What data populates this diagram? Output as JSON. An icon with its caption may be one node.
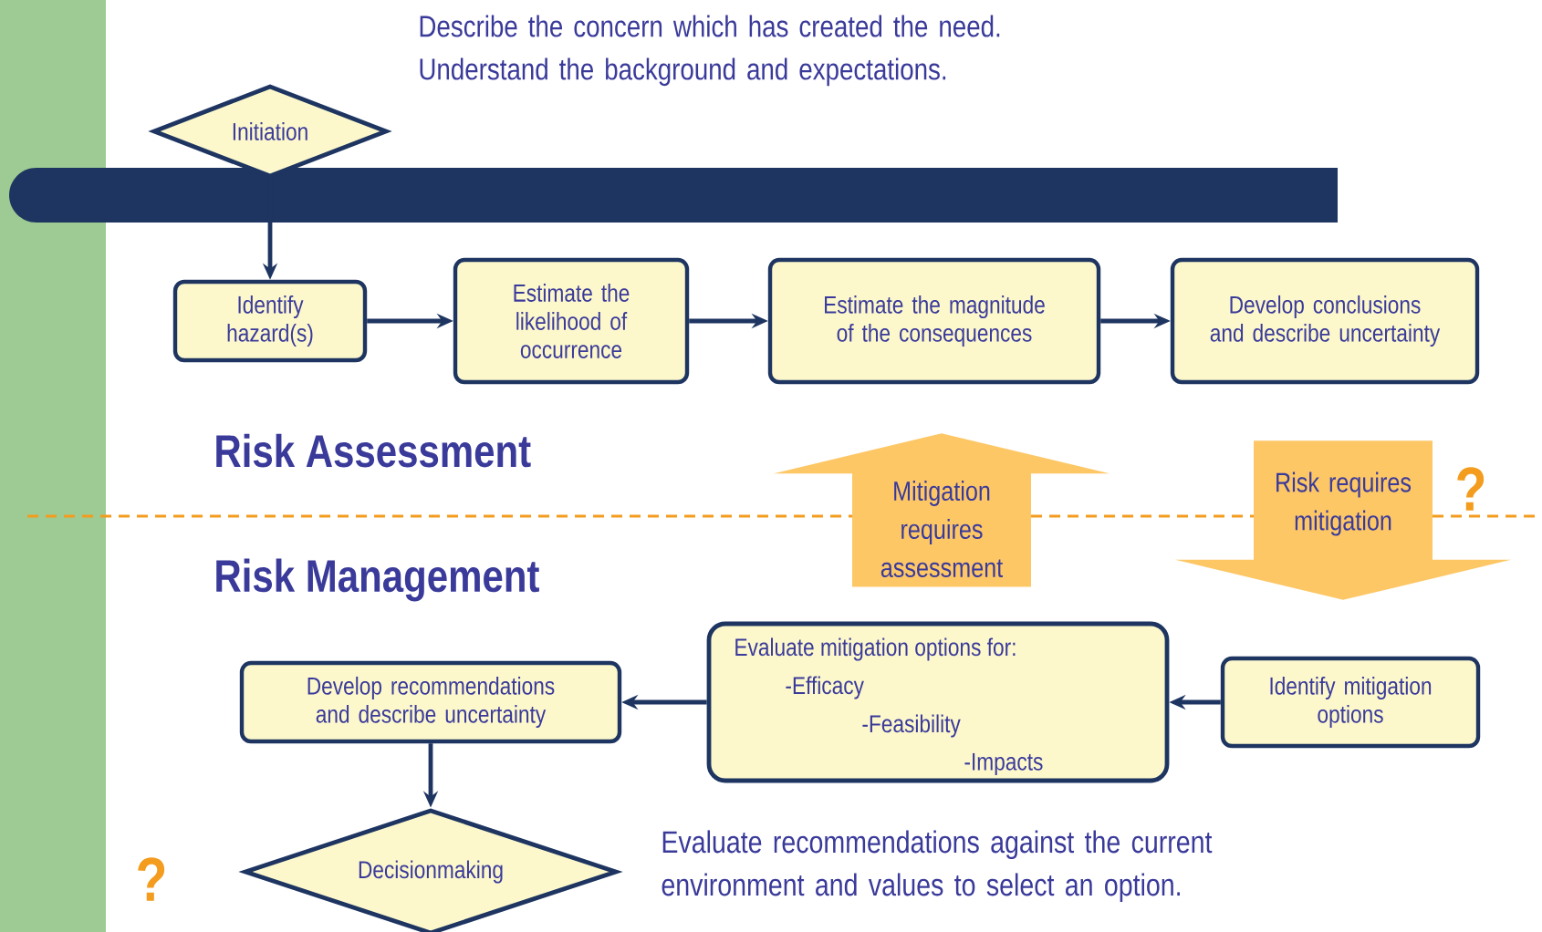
{
  "diagram": {
    "nodes": [
      {
        "text": [
          "Initiation"
        ],
        "beside": [
          "Describe the concern which has created the need.  Understand the background and expectations."
        ]
      },
      {
        "text": [
          "Identify hazard(s)"
        ]
      },
      {
        "text": [
          "Estimate the likelihood of occurrence"
        ]
      },
      {
        "text": [
          "Estimate the magnitude of the consequences"
        ]
      },
      {
        "text": [
          "Develop conclusions and describe uncertainty"
        ]
      },
      {
        "text": [
          "Evaluate mitigation options for:",
          "-Efficacy",
          "-Feasibility",
          "-Impacts"
        ]
      },
      {
        "text": [
          "Identify mitigation options"
        ]
      },
      {
        "text": [
          "Develop recommendations and describe uncertainty"
        ]
      },
      {
        "text": [
          "Decisionmaking"
        ],
        "beside": [
          "Evaluate recommendations against the current environment and values to select an option."
        ]
      }
    ],
    "edges": [
      {
        "from": 0,
        "to": 1,
        "arrow": "to"
      },
      {
        "from": 1,
        "to": 2,
        "arrow": "to"
      },
      {
        "from": 2,
        "to": 3,
        "arrow": "to"
      },
      {
        "from": 3,
        "to": 4,
        "arrow": "to"
      },
      {
        "from": 5,
        "to": 3,
        "arrow": "to",
        "label": "Mitigation requires assessment",
        "style": "thick",
        "color": "#fdc766"
      },
      {
        "from": 4,
        "to": 6,
        "arrow": "to",
        "label": "Risk requires mitigation",
        "style": "thick",
        "color": "#fdc766"
      },
      {
        "from": 6,
        "to": 5,
        "arrow": "to"
      },
      {
        "from": 5,
        "to": 7,
        "arrow": "to"
      },
      {
        "from": 7,
        "to": 8,
        "arrow": "to"
      }
    ],
    "labels": [
      "Risk Assessment",
      "Risk Management",
      "?",
      "?"
    ]
  }
}
